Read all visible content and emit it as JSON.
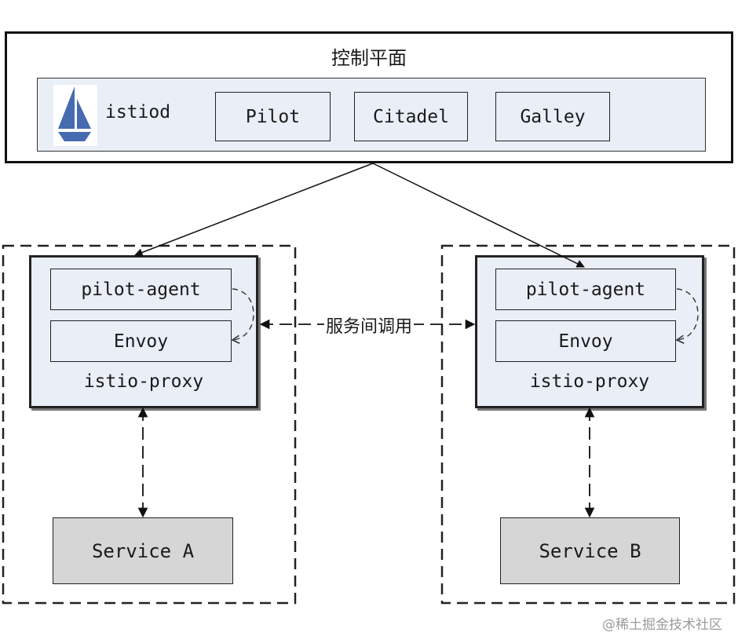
{
  "control_plane": {
    "title": "控制平面",
    "istiod_label": "istiod",
    "components": [
      "Pilot",
      "Citadel",
      "Galley"
    ]
  },
  "left_node": {
    "agent_label": "pilot-agent",
    "envoy_label": "Envoy",
    "proxy_label": "istio-proxy",
    "service_label": "Service A"
  },
  "right_node": {
    "agent_label": "pilot-agent",
    "envoy_label": "Envoy",
    "proxy_label": "istio-proxy",
    "service_label": "Service B"
  },
  "inter_service_label": "服务间调用",
  "watermark": "@稀土掘金技术社区",
  "icons": [
    "sailboat-icon"
  ],
  "colors": {
    "panel_fill": "#e9eef7",
    "service_fill": "#d6d6d6",
    "logo_blue": "#466bb0"
  }
}
